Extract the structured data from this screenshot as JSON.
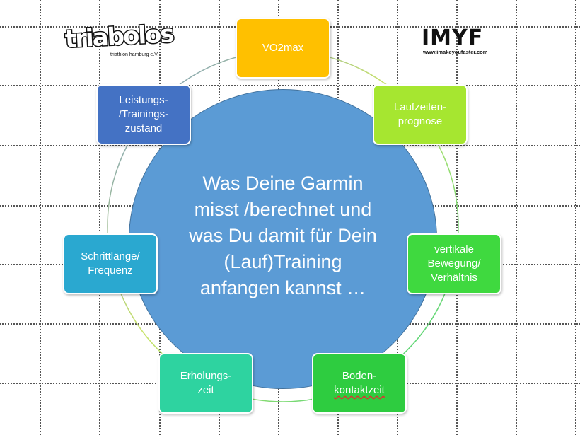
{
  "center": {
    "text": "Was Deine Garmin\nmisst /berechnet und\nwas Du damit für Dein\n(Lauf)Training\nanfangen kannst …"
  },
  "nodes": {
    "vo2max": "VO2max",
    "laufzeiten": "Laufzeiten-\nprognose",
    "vertikale": "vertikale\nBewegung/\nVerhältnis",
    "boden_line1": "Boden-",
    "boden_line2": "kontaktzeit",
    "erholung": "Erholungs-\nzeit",
    "schritt": "Schrittlänge/\nFrequenz",
    "leistung": "Leistungs-\n/Trainings-\nzustand"
  },
  "logos": {
    "triabolos_word": "triabolos",
    "triabolos_sub": "triathlon hamburg e.V.",
    "imyf_word": "IMYF",
    "imyf_url": "www.imakeyoufaster.com"
  },
  "colors": {
    "center": "#5b9bd5",
    "vo2max": "#ffc000",
    "laufzeiten": "#a6e630",
    "vertikale": "#3fd93f",
    "boden": "#2ecc40",
    "erholung": "#2ed3a0",
    "schritt": "#2aa8d0",
    "leistung": "#4472c4"
  }
}
